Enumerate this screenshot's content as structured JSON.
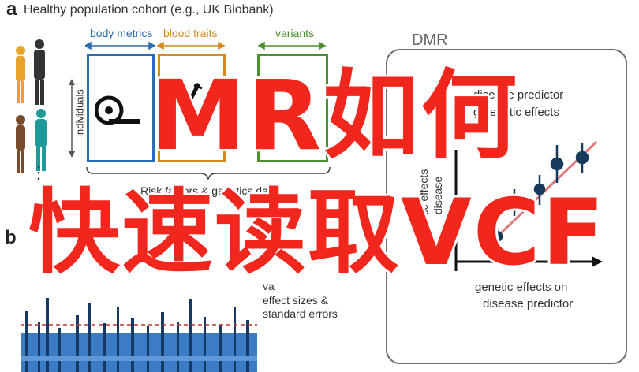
{
  "panel_a": {
    "letter": "a",
    "title": "Healthy population cohort (e.g., UK Biobank)",
    "categories": [
      {
        "label": "body metrics",
        "color": "#2a6cb0"
      },
      {
        "label": "blood traits",
        "color": "#d48a1c"
      },
      {
        "label": "variants",
        "color": "#4e8f2f"
      }
    ],
    "y_axis_label": "individuals",
    "ellipsis": "⋮",
    "bottom_label": "Risk factors & genetics data"
  },
  "panel_b": {
    "letter": "b",
    "text_line1": "va",
    "text_line2": "effect sizes &",
    "text_line3": "standard errors",
    "bar_color_dark": "#163a66",
    "bar_color_light": "#3b7cc4",
    "threshold_color": "#c0392b"
  },
  "dmr": {
    "title": "DMR",
    "top_line1": "disease predictor",
    "top_line2": "g genetic effects",
    "y_label_line1": "etic effects",
    "y_label_line2": "disease",
    "bottom_line1": "genetic effects on",
    "bottom_line2": "disease predictor",
    "point_color": "#163a5c",
    "fit_line_color": "#e07a7a"
  },
  "overlay": {
    "line1": "MR如何",
    "line2": "快速读取VCF",
    "color": "#f1261c"
  }
}
